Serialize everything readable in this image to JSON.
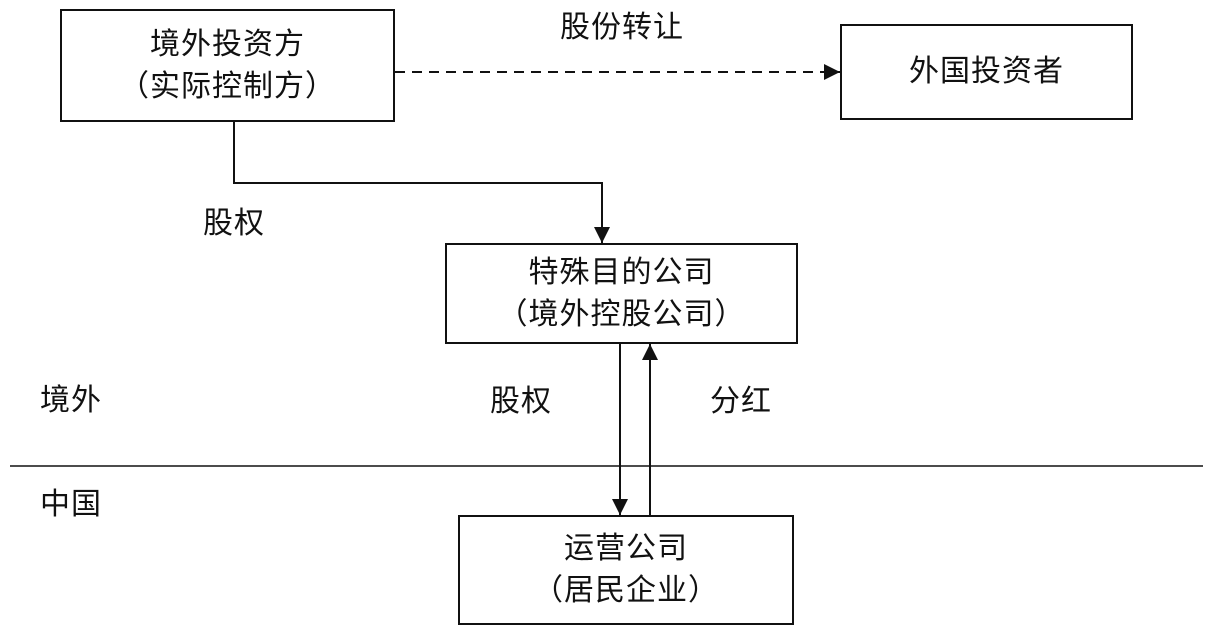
{
  "nodes": {
    "offshore_investor": {
      "line1": "境外投资方",
      "line2": "（实际控制方）"
    },
    "foreign_investor": {
      "line1": "外国投资者"
    },
    "spv": {
      "line1": "特殊目的公司",
      "line2": "（境外控股公司）"
    },
    "operating_company": {
      "line1": "运营公司",
      "line2": "（居民企业）"
    }
  },
  "edges": {
    "share_transfer": "股份转让",
    "equity_top": "股权",
    "equity_mid": "股权",
    "dividend": "分红"
  },
  "regions": {
    "offshore": "境外",
    "china": "中国"
  }
}
